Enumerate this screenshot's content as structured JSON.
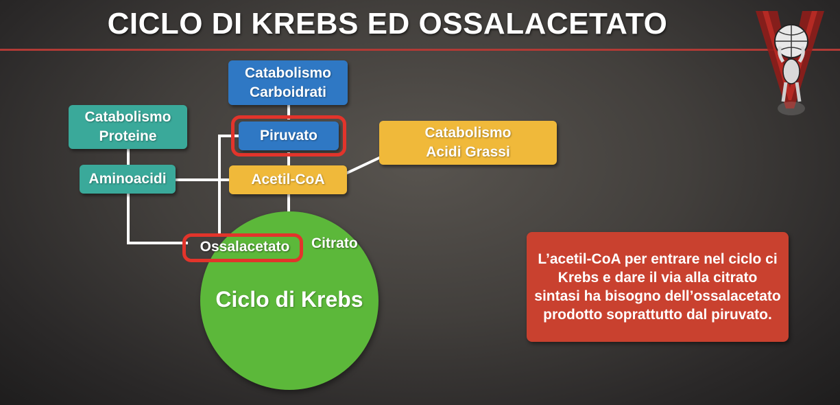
{
  "slide": {
    "title": "CICLO DI KREBS ED OSSALACETATO"
  },
  "nodes": {
    "catabolismo_carboidrati": {
      "line1": "Catabolismo",
      "line2": "Carboidrati"
    },
    "catabolismo_proteine": {
      "line1": "Catabolismo",
      "line2": "Proteine"
    },
    "catabolismo_acidi_grassi": {
      "line1": "Catabolismo",
      "line2": "Acidi Grassi"
    },
    "piruvato": "Piruvato",
    "aminoacidi": "Aminoacidi",
    "acetil_coa": "Acetil-CoA",
    "ossalacetato": "Ossalacetato",
    "citrato": "Citrato",
    "ciclo_di_krebs": "Ciclo di Krebs"
  },
  "note": {
    "text": "L’acetil-CoA per entrare nel ciclo ci Krebs e dare il via alla citrato sintasi ha bisogno dell’ossalacetato prodotto soprattutto dal piruvato."
  },
  "colors": {
    "teal": "#3aa99a",
    "blue": "#2f78c4",
    "yellow": "#f0b93a",
    "green": "#5cb83a",
    "highlight_red": "#e2342b",
    "note_red": "#c9412f"
  },
  "icons": {
    "logo": "atlas-globe-logo"
  }
}
